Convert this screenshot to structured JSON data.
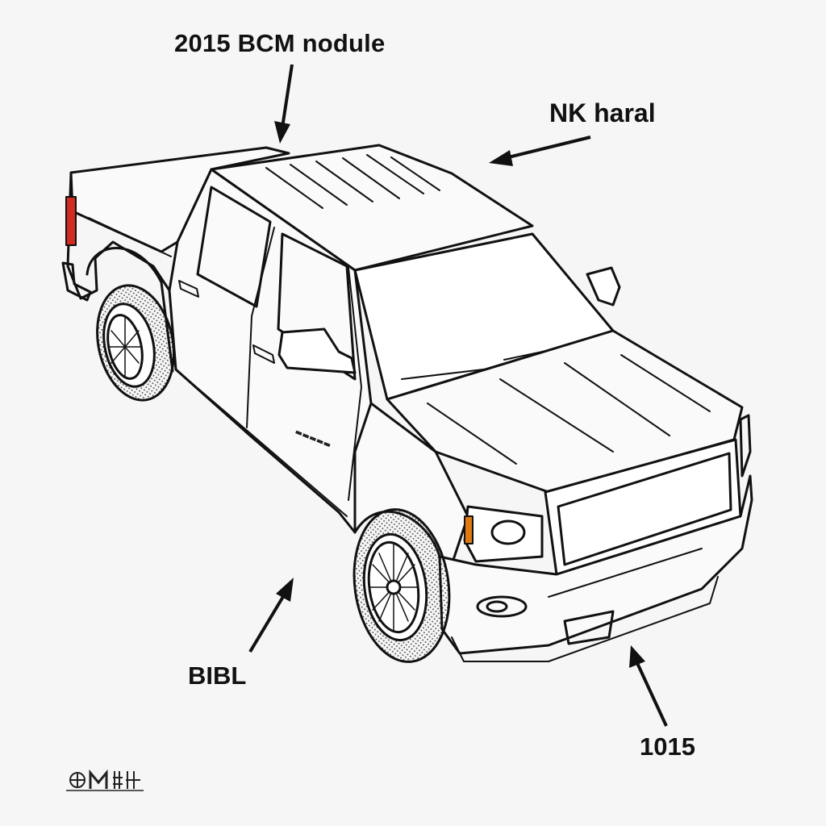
{
  "annotations": {
    "top_label": "2015 BCM nodule",
    "right_label": "NK haral",
    "bottom_left_label": "BIBL",
    "bottom_right_label": "1015"
  },
  "colors": {
    "line": "#111111",
    "background": "#f6f6f6",
    "tail_light": "#d22b1f",
    "turn_signal": "#e07a10"
  },
  "icons": [
    "arrow-down-icon",
    "arrow-left-icon",
    "arrow-up-right-icon",
    "arrow-up-left-icon",
    "logo-icon"
  ]
}
